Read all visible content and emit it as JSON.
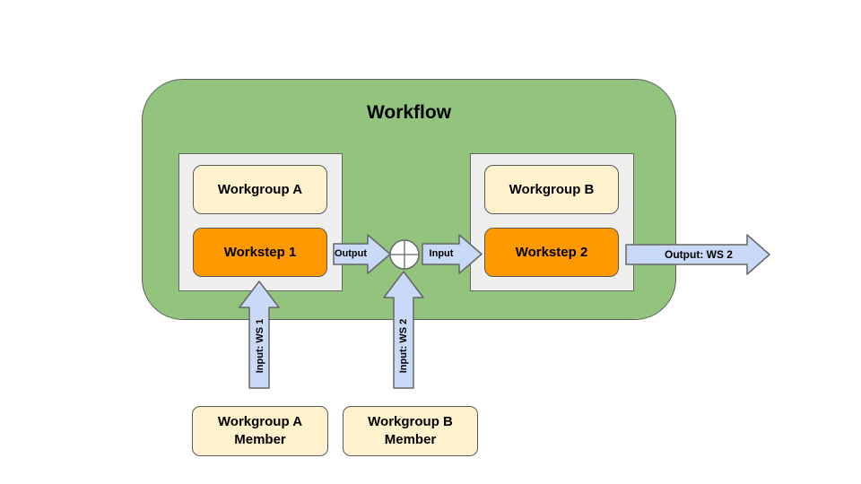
{
  "title": "Workflow",
  "nodes": {
    "workgroup_a": "Workgroup A",
    "workstep_1": "Workstep 1",
    "workgroup_b": "Workgroup B",
    "workstep_2": "Workstep 2"
  },
  "arrows": {
    "output": "Output",
    "input": "Input",
    "output_ws2": "Output: WS 2",
    "input_ws1": "Input: WS 1",
    "input_ws2": "Input: WS 2"
  },
  "members": {
    "a_line1": "Workgroup A",
    "a_line2": "Member",
    "b_line1": "Workgroup B",
    "b_line2": "Member"
  },
  "icons": {
    "junction": "summing-junction"
  },
  "colors": {
    "workflow_green": "#93c47d",
    "workgroup_cream": "#fff2cc",
    "workstep_orange": "#ff9900",
    "arrow_blue": "#c9daf8",
    "container_gray": "#efefef",
    "border_gray": "#666666"
  }
}
